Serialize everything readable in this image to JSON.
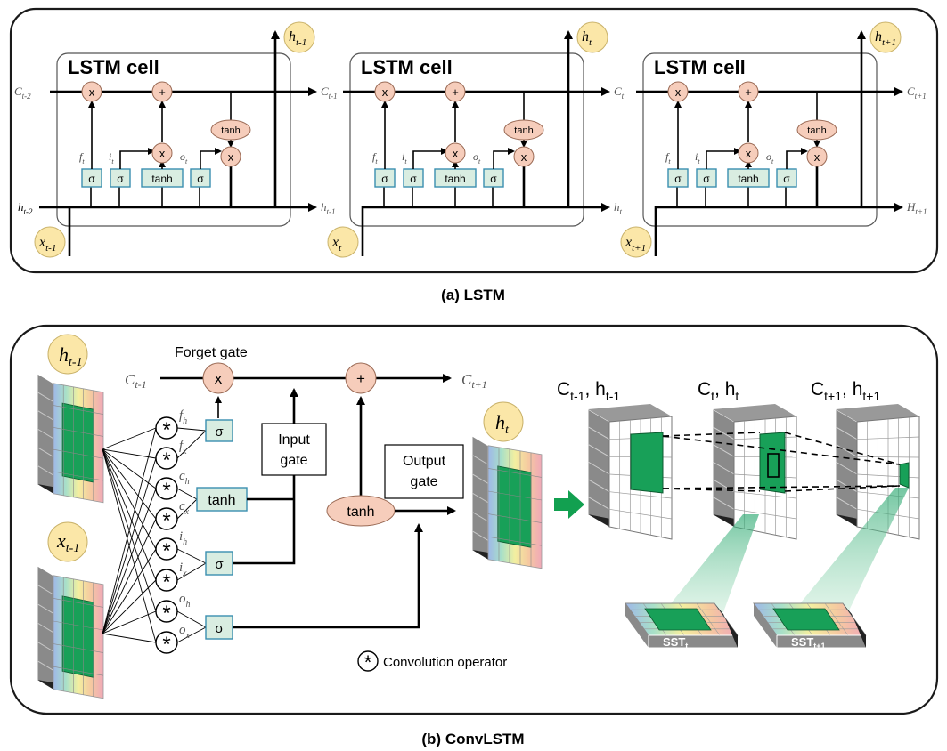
{
  "panel_a": {
    "caption": "(a) LSTM",
    "cells": [
      {
        "title": "LSTM cell",
        "c_in": "C",
        "c_in_sub": "t-2",
        "c_out": "C",
        "c_out_sub": "t-1",
        "h_in": "h",
        "h_in_sub": "t-2",
        "h_out": "h",
        "h_out_sub": "t-1",
        "x": "x",
        "x_sub": "t-1",
        "h_top": "h",
        "h_top_sub": "t-1"
      },
      {
        "title": "LSTM cell",
        "c_out": "C",
        "c_out_sub": "t",
        "h_out": "h",
        "h_out_sub": "t",
        "x": "x",
        "x_sub": "t",
        "h_top": "h",
        "h_top_sub": "t"
      },
      {
        "title": "LSTM cell",
        "c_out": "C",
        "c_out_sub": "t+1",
        "h_out": "H",
        "h_out_sub": "t+1",
        "x": "x",
        "x_sub": "t+1",
        "h_top": "h",
        "h_top_sub": "t+1"
      }
    ],
    "gates": {
      "sigma": "σ",
      "tanh": "tanh",
      "mul": "x",
      "add": "+",
      "f": "f",
      "f_sub": "t",
      "i": "i",
      "i_sub": "t",
      "o": "o",
      "o_sub": "t"
    }
  },
  "panel_b": {
    "caption": "(b) ConvLSTM",
    "forget_gate": "Forget gate",
    "input_gate_line1": "Input",
    "input_gate_line2": "gate",
    "output_gate_line1": "Output",
    "output_gate_line2": "gate",
    "c_in": "C",
    "c_in_sub": "t-1",
    "c_out": "C",
    "c_out_sub": "t+1",
    "h_prev": "h",
    "h_prev_sub": "t-1",
    "x_prev": "x",
    "x_prev_sub": "t-1",
    "h_now": "h",
    "h_now_sub": "t",
    "conv_symbol": "*",
    "conv_legend": "Convolution operator",
    "conv_labels": [
      {
        "v": "f",
        "s": "h"
      },
      {
        "v": "f",
        "s": "x"
      },
      {
        "v": "c",
        "s": "h"
      },
      {
        "v": "c",
        "s": "x"
      },
      {
        "v": "i",
        "s": "h"
      },
      {
        "v": "i",
        "s": "x"
      },
      {
        "v": "o",
        "s": "h"
      },
      {
        "v": "o",
        "s": "x"
      }
    ],
    "grid_titles": [
      {
        "a": "C",
        "a_sub": "t-1",
        "b": "h",
        "b_sub": "t-1"
      },
      {
        "a": "C",
        "a_sub": "t",
        "b": "h",
        "b_sub": "t"
      },
      {
        "a": "C",
        "a_sub": "t+1",
        "b": "h",
        "b_sub": "t+1"
      }
    ],
    "sst": [
      {
        "v": "SST",
        "s": "t"
      },
      {
        "v": "SST",
        "s": "t+1"
      }
    ]
  },
  "colors": {
    "gate_fill": "#d9ede1",
    "gate_stroke": "#3a8fb0",
    "op_fill": "#f6cdbb",
    "bubble_fill": "#fbe7a8",
    "grid_green": "#1aa25a",
    "arrow_green": "#12a050"
  }
}
